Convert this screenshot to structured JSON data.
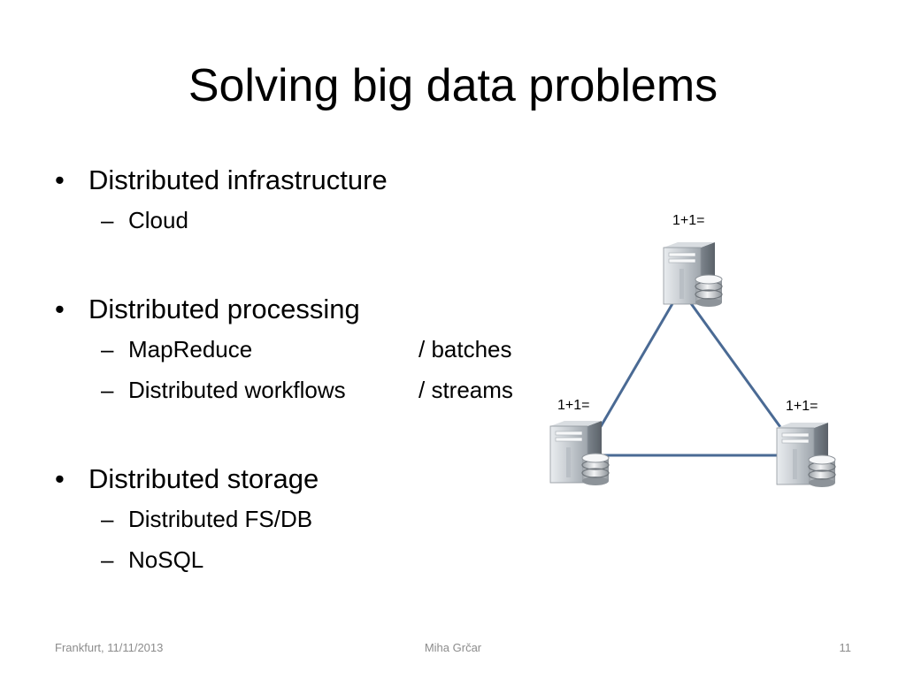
{
  "slide": {
    "title": "Solving big data problems",
    "bullets": [
      {
        "text": "Distributed infrastructure",
        "subs": [
          {
            "text": "Cloud"
          }
        ]
      },
      {
        "text": "Distributed processing",
        "subs": [
          {
            "text": "MapReduce",
            "right": "/ batches"
          },
          {
            "text": "Distributed workflows",
            "right": "/ streams"
          }
        ]
      },
      {
        "text": "Distributed storage",
        "subs": [
          {
            "text": "Distributed FS/DB"
          },
          {
            "text": "NoSQL"
          }
        ]
      }
    ],
    "bullet_symbol": "•",
    "dash_symbol": "–"
  },
  "diagram": {
    "node_labels": [
      "1+1=",
      "1+1=",
      "1+1="
    ],
    "node_icon": "server-database-icon",
    "edge_color": "#4a6a94"
  },
  "footer": {
    "left": "Frankfurt, 11/11/2013",
    "center": "Miha Grčar",
    "right": "11"
  }
}
